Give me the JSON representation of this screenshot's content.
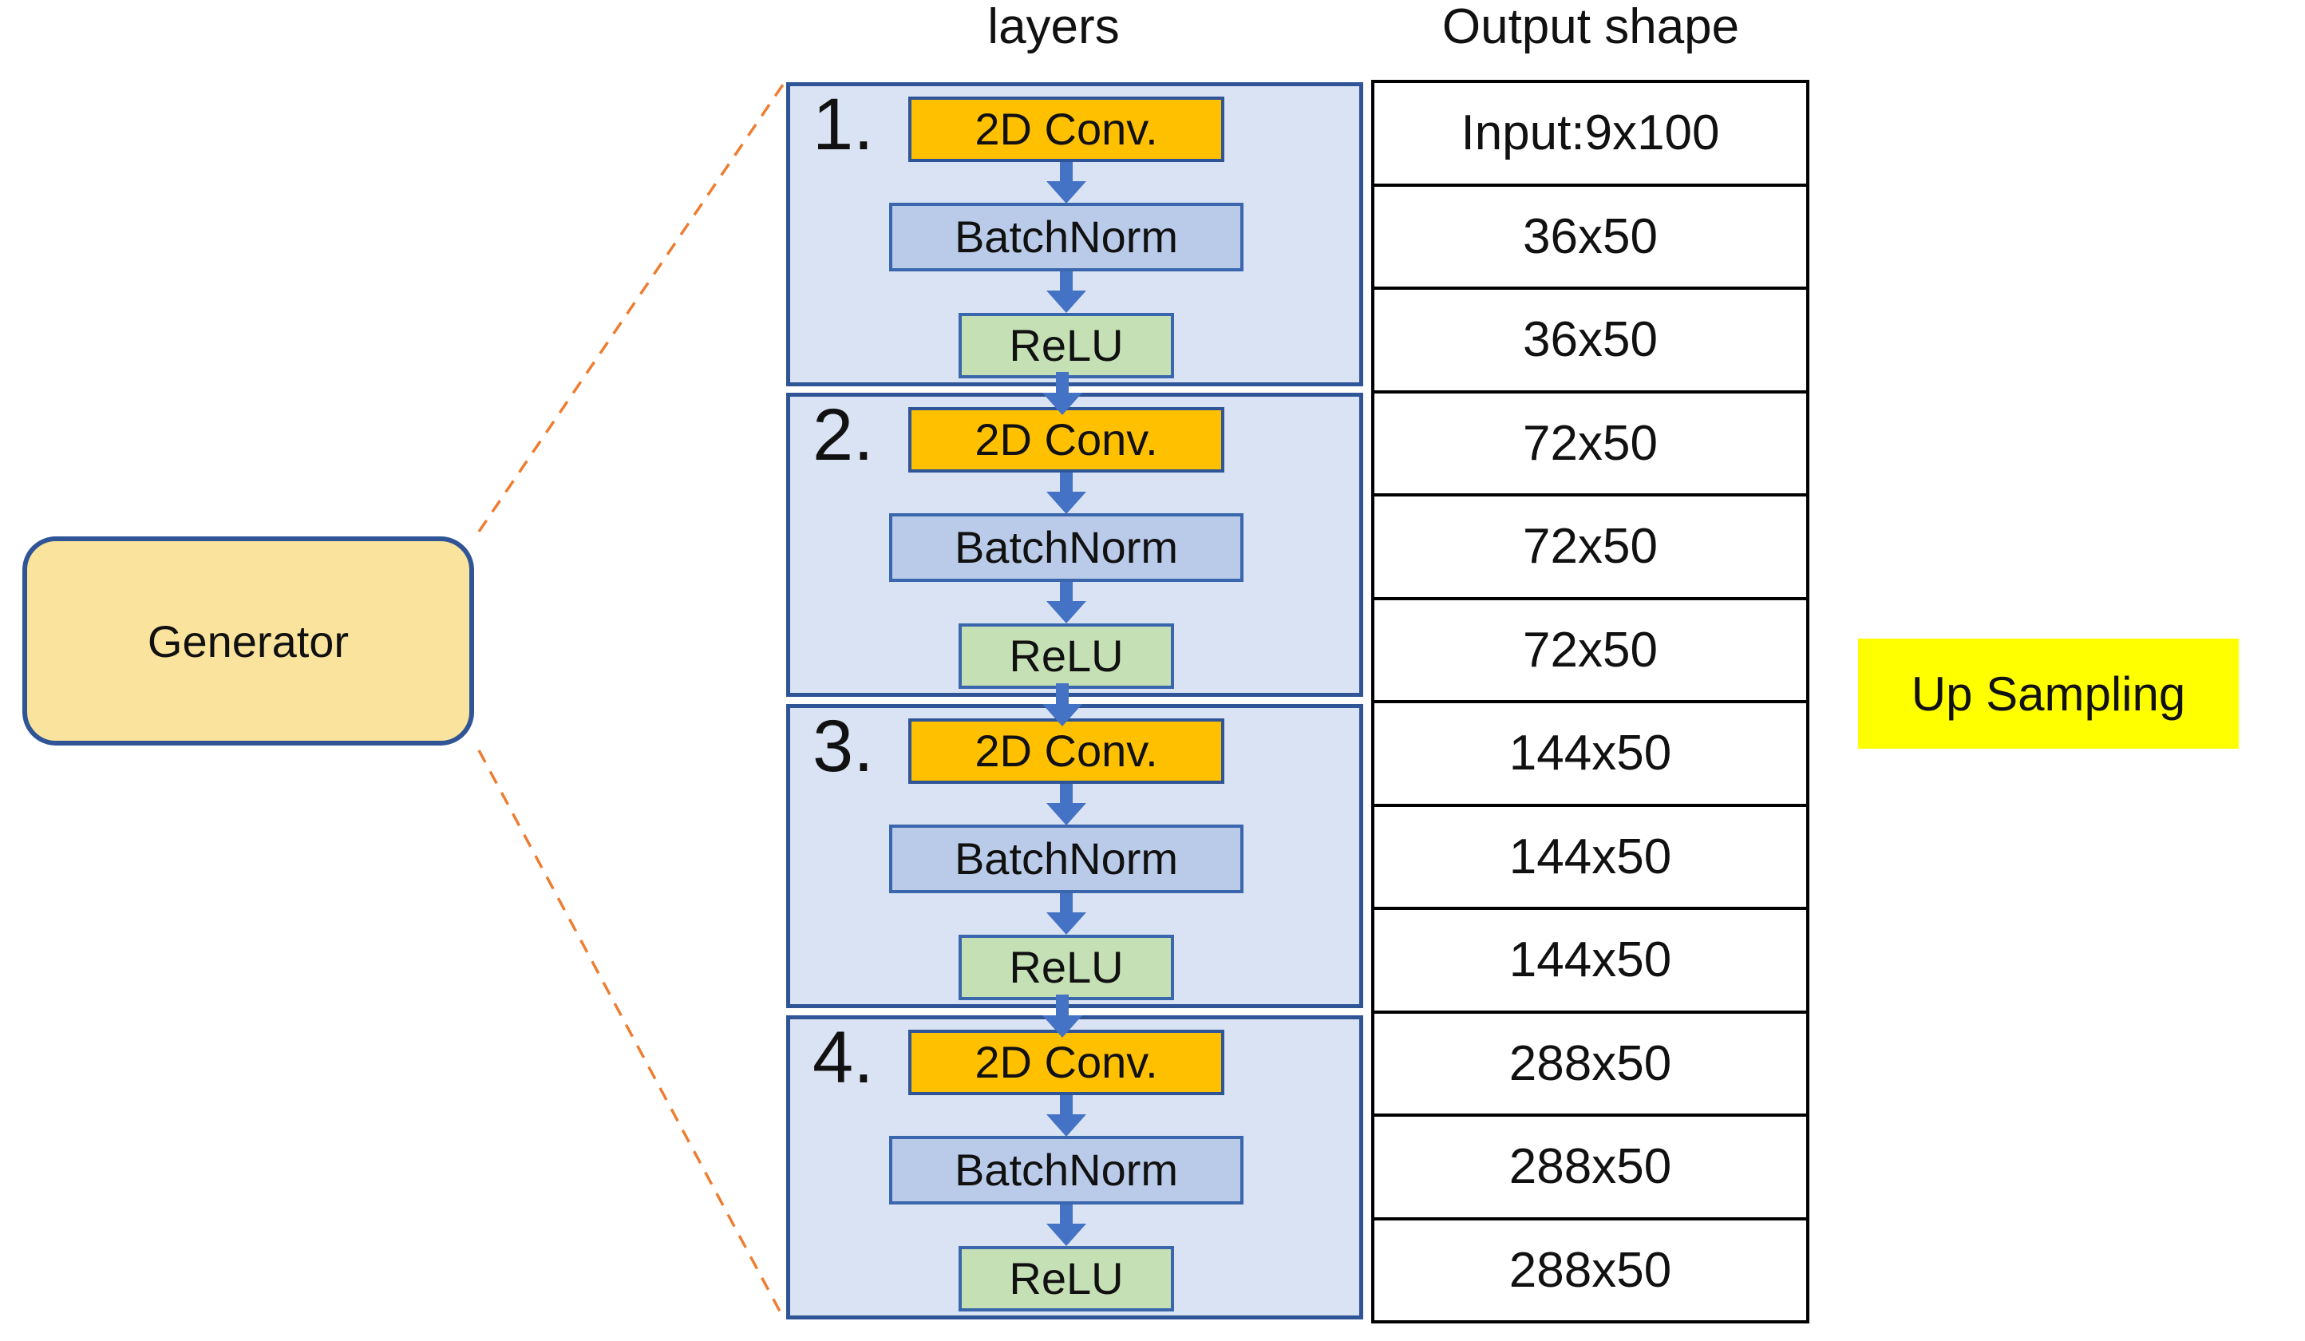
{
  "titles": {
    "layers": "layers",
    "output_shape": "Output shape"
  },
  "generator": {
    "label": "Generator"
  },
  "up_sampling": {
    "label": "Up Sampling"
  },
  "blocks": [
    {
      "number": "1.",
      "conv": "2D Conv.",
      "batchnorm": "BatchNorm",
      "relu": "ReLU"
    },
    {
      "number": "2.",
      "conv": "2D Conv.",
      "batchnorm": "BatchNorm",
      "relu": "ReLU"
    },
    {
      "number": "3.",
      "conv": "2D Conv.",
      "batchnorm": "BatchNorm",
      "relu": "ReLU"
    },
    {
      "number": "4.",
      "conv": "2D Conv.",
      "batchnorm": "BatchNorm",
      "relu": "ReLU"
    }
  ],
  "output_rows": [
    "Input:9x100",
    "36x50",
    "36x50",
    "72x50",
    "72x50",
    "72x50",
    "144x50",
    "144x50",
    "144x50",
    "288x50",
    "288x50",
    "288x50"
  ],
  "colors": {
    "block_fill": "#DAE3F3",
    "block_border": "#2F5597",
    "conv_fill": "#FFC000",
    "batchnorm_fill": "#BACBE9",
    "relu_fill": "#C5E0B4",
    "arrow": "#4472C4",
    "generator_fill": "#FAE39C",
    "generator_border": "#2F5597",
    "upsampling_fill": "#FFFF00",
    "dashed_line": "#ED7D31",
    "table_border": "#000000"
  }
}
